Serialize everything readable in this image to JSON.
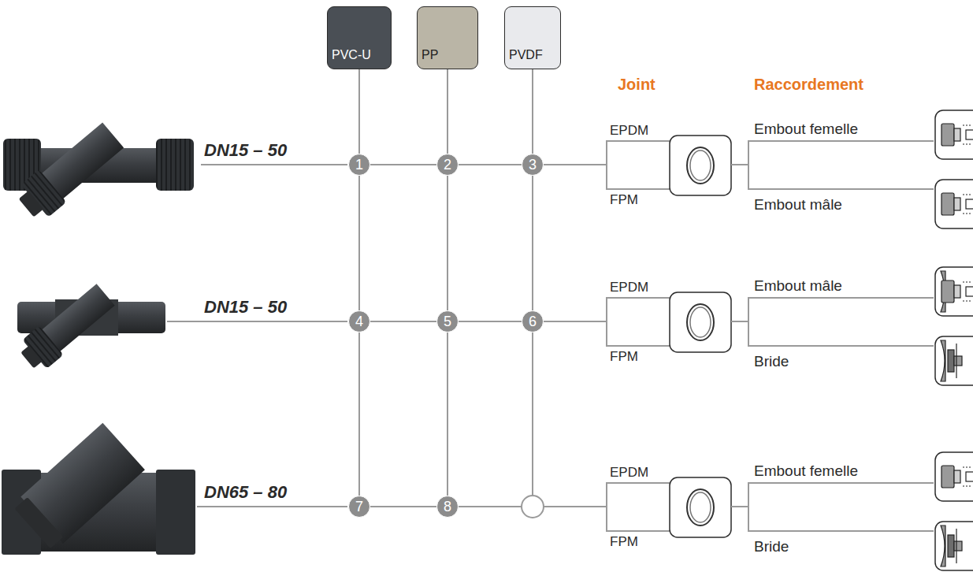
{
  "diagram": {
    "nodes": [
      {
        "text": [
          "PVC-U"
        ]
      },
      {
        "text": [
          "PP"
        ]
      },
      {
        "text": [
          "PVDF"
        ]
      },
      {
        "text": [
          "1"
        ]
      },
      {
        "text": [
          "2"
        ]
      },
      {
        "text": [
          "3"
        ]
      },
      {
        "text": [
          "4"
        ]
      },
      {
        "text": [
          "5"
        ]
      },
      {
        "text": [
          "6"
        ]
      },
      {
        "text": [
          "7"
        ]
      },
      {
        "text": [
          "8"
        ]
      }
    ],
    "edges": [
      {
        "from": 0,
        "to": 3,
        "arrow": "none"
      },
      {
        "from": 3,
        "to": 6,
        "arrow": "none"
      },
      {
        "from": 6,
        "to": 9,
        "arrow": "none"
      },
      {
        "from": 1,
        "to": 4,
        "arrow": "none"
      },
      {
        "from": 4,
        "to": 7,
        "arrow": "none"
      },
      {
        "from": 7,
        "to": 10,
        "arrow": "none"
      },
      {
        "from": 2,
        "to": 5,
        "arrow": "none"
      },
      {
        "from": 5,
        "to": 8,
        "arrow": "none"
      },
      {
        "from": 3,
        "to": 4,
        "arrow": "none"
      },
      {
        "from": 4,
        "to": 5,
        "arrow": "none"
      },
      {
        "from": 6,
        "to": 7,
        "arrow": "none"
      },
      {
        "from": 7,
        "to": 8,
        "arrow": "none"
      },
      {
        "from": 9,
        "to": 10,
        "arrow": "none"
      }
    ],
    "labels": [
      "Joint",
      "Raccordement",
      "DN15 – 50",
      "EPDM",
      "FPM",
      "Embout femelle",
      "Embout mâle",
      "DN15 – 50",
      "EPDM",
      "FPM",
      "Embout mâle",
      "Bride",
      "DN65 – 80",
      "EPDM",
      "FPM",
      "Embout femelle",
      "Bride"
    ]
  }
}
